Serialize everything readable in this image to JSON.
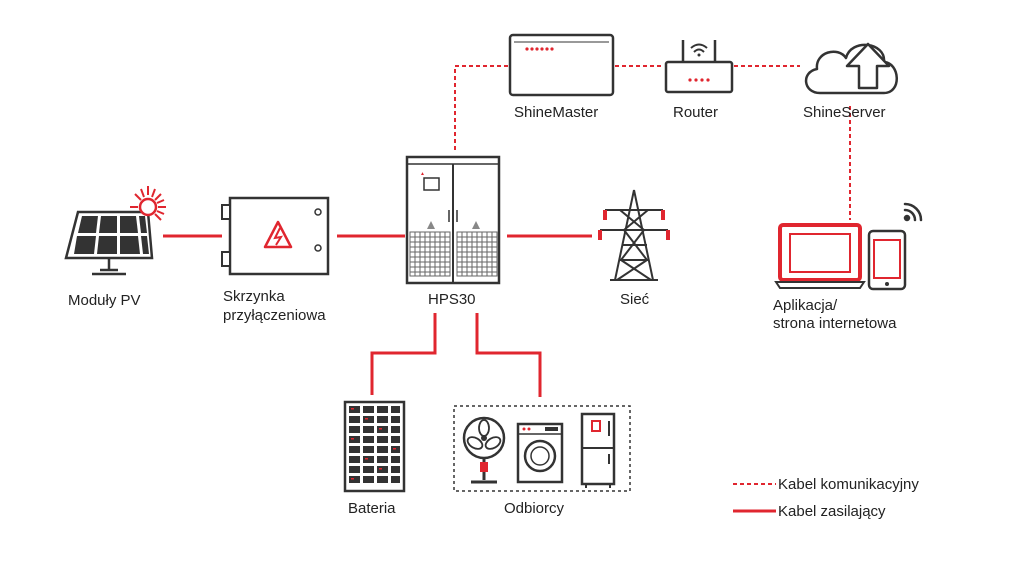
{
  "colors": {
    "accent": "#e0262f",
    "outline": "#333333",
    "icon_gray": "#555555",
    "text": "#222222"
  },
  "labels": {
    "pv_modules": "Moduły PV",
    "junction_box_line1": "Skrzynka",
    "junction_box_line2": "przyłączeniowa",
    "inverter": "HPS30",
    "grid": "Sieć",
    "shinemaster": "ShineMaster",
    "router": "Router",
    "shineserver": "ShineServer",
    "app_line1": "Aplikacja/",
    "app_line2": "strona internetowa",
    "battery": "Bateria",
    "loads": "Odbiorcy"
  },
  "legend": {
    "comm_cable": "Kabel komunikacyjny",
    "power_cable": "Kabel zasilający"
  },
  "icons": [
    "solar-panel-icon",
    "sun-icon",
    "junction-box-icon",
    "hv-warning-icon",
    "inverter-cabinet-icon",
    "power-tower-icon",
    "shinemaster-device-icon",
    "router-icon",
    "cloud-upload-icon",
    "laptop-icon",
    "smartphone-icon",
    "wifi-icon",
    "battery-rack-icon",
    "fan-icon",
    "washing-machine-icon",
    "fridge-icon"
  ]
}
